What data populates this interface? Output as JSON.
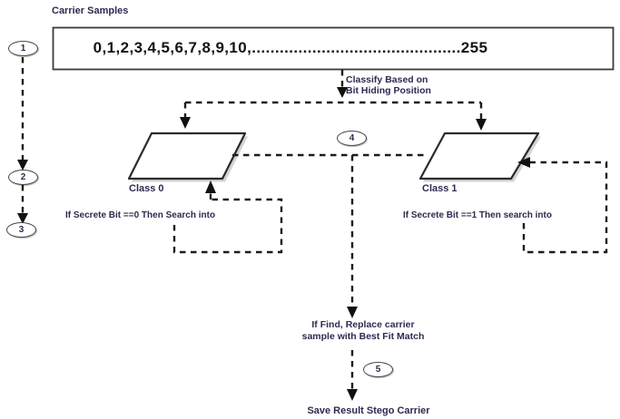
{
  "diagram": {
    "title": "Carrier Samples",
    "carrier_box_values": "0,1,2,3,4,5,6,7,8,9,10,.............................................255",
    "classify": {
      "line1": "Classify Based on",
      "line2": "Bit Hiding Position"
    },
    "classes": {
      "class0_label": "Class 0",
      "class1_label": "Class 1"
    },
    "conditions": {
      "class0": "If Secrete Bit ==0 Then Search into",
      "class1": "If Secrete Bit ==1 Then search into"
    },
    "replace": {
      "line1": "If Find, Replace carrier",
      "line2": "sample with Best Fit Match"
    },
    "save_label": "Save Result Stego Carrier",
    "steps": [
      "1",
      "2",
      "3",
      "4",
      "5"
    ],
    "colors": {
      "label_text": "#2f2a4f",
      "line": "#1c1c1c",
      "box_values_text": "#141414",
      "background": "#ffffff"
    }
  }
}
